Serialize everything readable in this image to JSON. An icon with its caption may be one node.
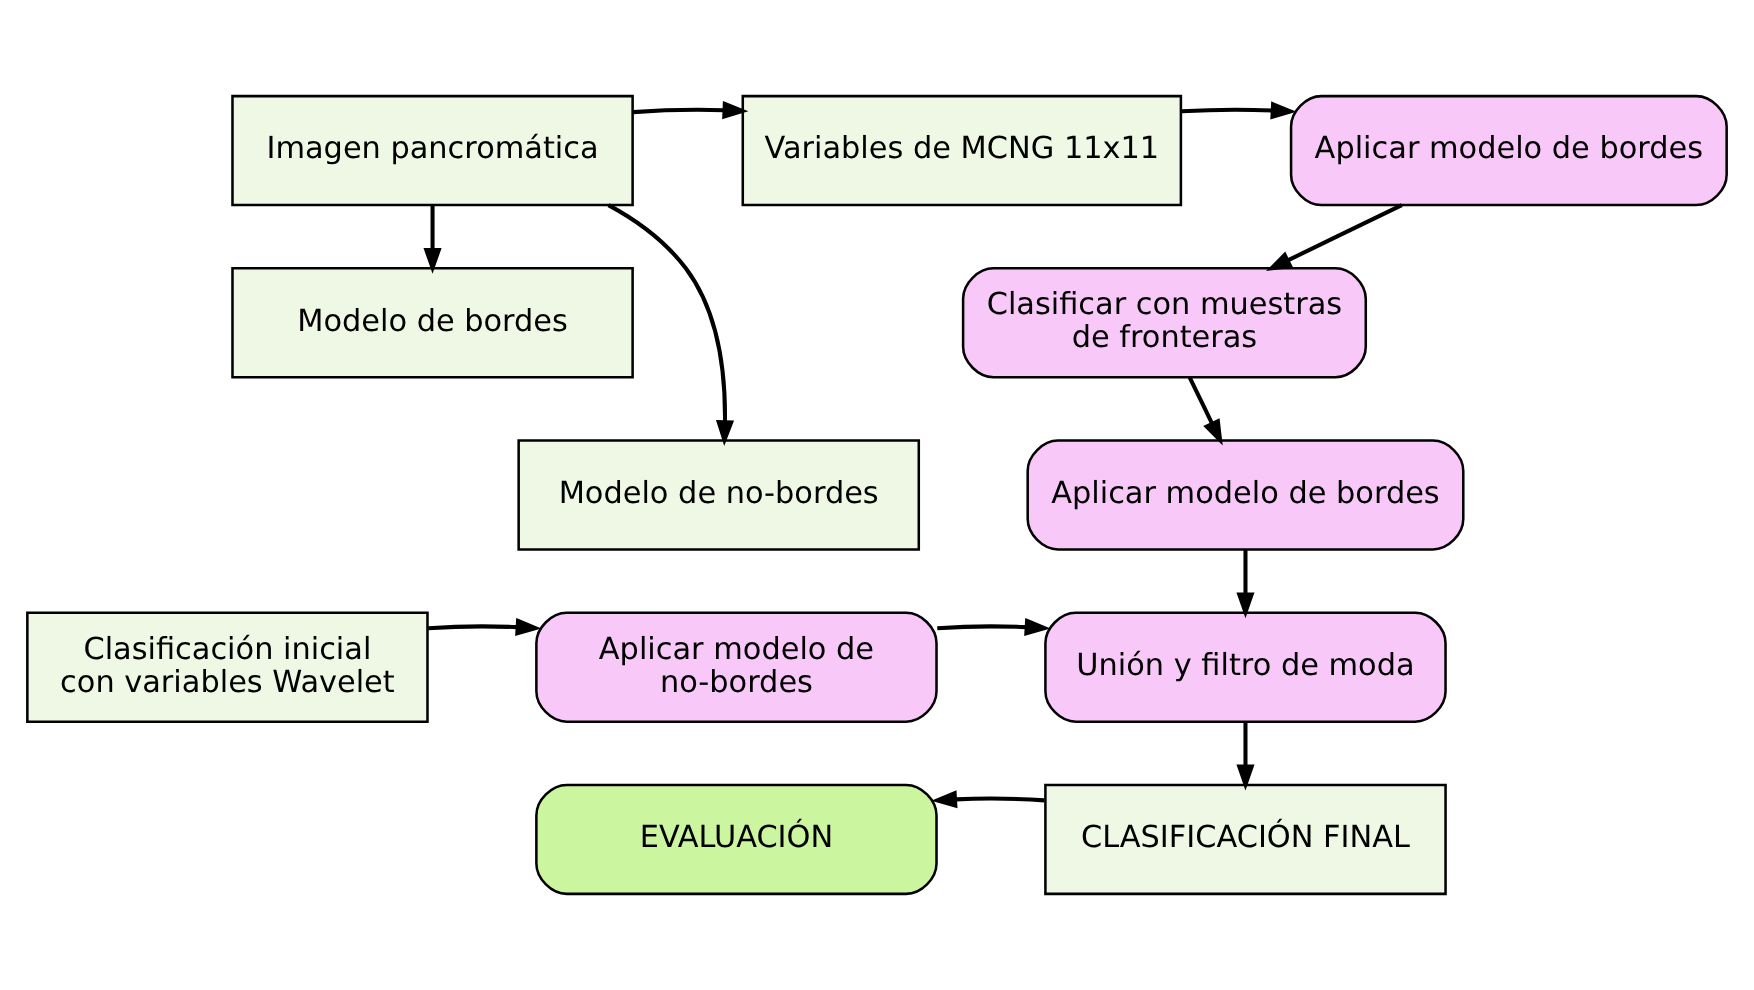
{
  "diagram": {
    "nodes": [
      {
        "text": [
          "Imagen pancromática"
        ]
      },
      {
        "text": [
          "Variables de MCNG 11x11"
        ]
      },
      {
        "text": [
          "Aplicar modelo de bordes"
        ]
      },
      {
        "text": [
          "Modelo de bordes"
        ]
      },
      {
        "text": [
          "Clasificar con muestras de fronteras"
        ]
      },
      {
        "text": [
          "Modelo de no-bordes"
        ]
      },
      {
        "text": [
          "Aplicar modelo de bordes"
        ]
      },
      {
        "text": [
          "Clasificación inicial con variables Wavelet"
        ]
      },
      {
        "text": [
          "Aplicar modelo de no-bordes"
        ]
      },
      {
        "text": [
          "Unión y filtro de moda"
        ]
      },
      {
        "text": [
          "EVALUACIÓN"
        ]
      },
      {
        "text": [
          "CLASIFICACIÓN FINAL"
        ]
      }
    ],
    "edges": [
      {
        "from": 0,
        "to": 1,
        "arrow": "to"
      },
      {
        "from": 1,
        "to": 2,
        "arrow": "to"
      },
      {
        "from": 0,
        "to": 3,
        "arrow": "to"
      },
      {
        "from": 0,
        "to": 5,
        "arrow": "to"
      },
      {
        "from": 2,
        "to": 4,
        "arrow": "to"
      },
      {
        "from": 4,
        "to": 6,
        "arrow": "to"
      },
      {
        "from": 6,
        "to": 9,
        "arrow": "to"
      },
      {
        "from": 7,
        "to": 8,
        "arrow": "to"
      },
      {
        "from": 8,
        "to": 9,
        "arrow": "to"
      },
      {
        "from": 9,
        "to": 11,
        "arrow": "to"
      },
      {
        "from": 11,
        "to": 10,
        "arrow": "to"
      }
    ]
  }
}
